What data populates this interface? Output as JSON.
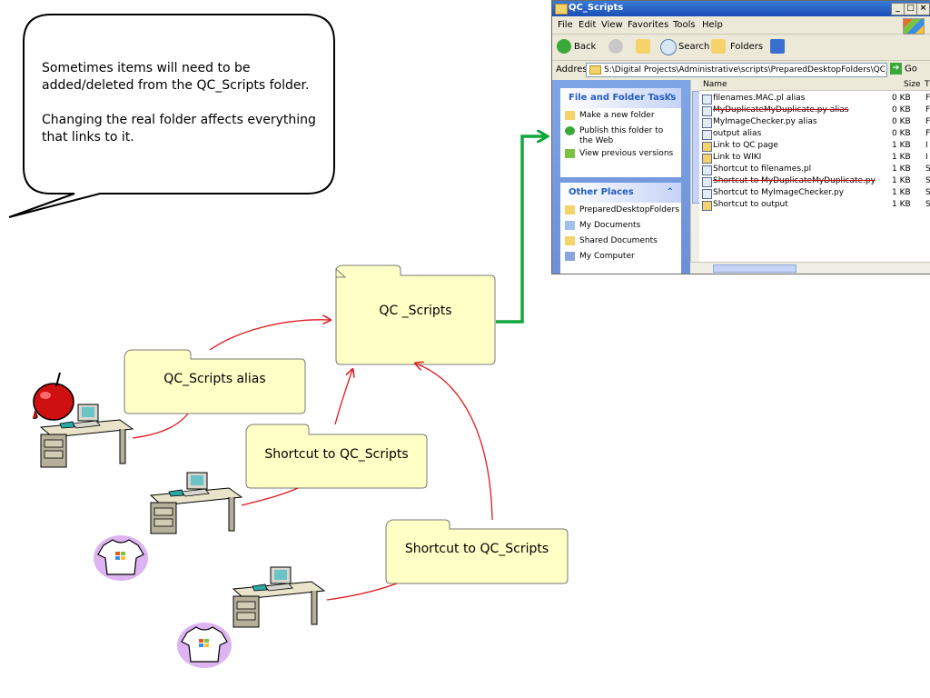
{
  "bubble": {
    "line1": "Sometimes items will need to be added/deleted from the QC_Scripts folder.",
    "line2": "Changing the real folder affects everything that links to it."
  },
  "folders": {
    "main": "QC _Scripts",
    "alias": "QC_Scripts alias",
    "shortcut1": "Shortcut to QC_Scripts",
    "shortcut2": "Shortcut to QC_Scripts"
  },
  "colors": {
    "arrow_red": "#e0191e",
    "arrow_green": "#10a73a",
    "folder_fill": "#ffffc6"
  },
  "explorer": {
    "title": "QC_Scripts",
    "menu": [
      "File",
      "Edit",
      "View",
      "Favorites",
      "Tools",
      "Help"
    ],
    "toolbar": {
      "back": "Back",
      "search": "Search",
      "folders": "Folders"
    },
    "address_label": "Address",
    "address_value": "S:\\Digital Projects\\Administrative\\scripts\\PreparedDesktopFolders\\QC_Scripts",
    "go": "Go",
    "tasks": {
      "header": "File and Folder Tasks",
      "items": [
        "Make a new folder",
        "Publish this folder to the Web",
        "View previous versions"
      ]
    },
    "other_places": {
      "header": "Other Places",
      "items": [
        "PreparedDesktopFolders",
        "My Documents",
        "Shared Documents",
        "My Computer"
      ]
    },
    "columns": {
      "name": "Name",
      "size": "Size",
      "type": "T"
    },
    "files": [
      {
        "name": "filenames.MAC.pl alias",
        "size": "0 KB",
        "type": "F"
      },
      {
        "name": "MyDuplicateMyDuplicate.py alias",
        "size": "0 KB",
        "type": "F"
      },
      {
        "name": "MyImageChecker.py alias",
        "size": "0 KB",
        "type": "F"
      },
      {
        "name": "output alias",
        "size": "0 KB",
        "type": "F"
      },
      {
        "name": "Link to QC page",
        "size": "1 KB",
        "type": "I"
      },
      {
        "name": "Link to WIKI",
        "size": "1 KB",
        "type": "I"
      },
      {
        "name": "Shortcut to filenames.pl",
        "size": "1 KB",
        "type": "S"
      },
      {
        "name": "Shortcut to MyDuplicateMyDuplicate.py",
        "size": "1 KB",
        "type": "S"
      },
      {
        "name": "Shortcut to MyImageChecker.py",
        "size": "1 KB",
        "type": "S"
      },
      {
        "name": "Shortcut to output",
        "size": "1 KB",
        "type": "S"
      }
    ]
  }
}
